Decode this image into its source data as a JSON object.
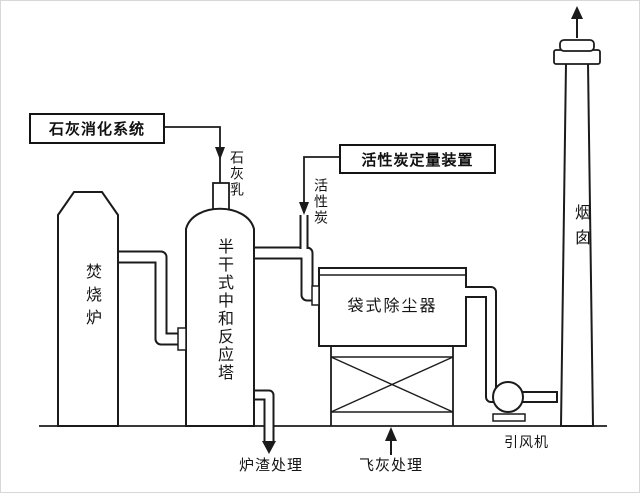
{
  "diagram": {
    "type": "process-flow-diagram",
    "subject": "waste incineration flue gas treatment system",
    "labels": {
      "lime_system": "石灰消化系统",
      "lime_milk": "石灰乳",
      "carbon_doser": "活性炭定量装置",
      "activated_carbon": "活性炭",
      "incinerator": "焚烧炉",
      "reaction_tower": "半干式中和反应塔",
      "bag_filter": "袋式除尘器",
      "chimney": "烟囱",
      "id_fan": "引风机",
      "slag_treatment": "炉渣处理",
      "fly_ash_treatment": "飞灰处理"
    },
    "colors": {
      "line": "#1b1b1b",
      "background": "#ffffff",
      "frame": "#d8d8d8"
    }
  }
}
